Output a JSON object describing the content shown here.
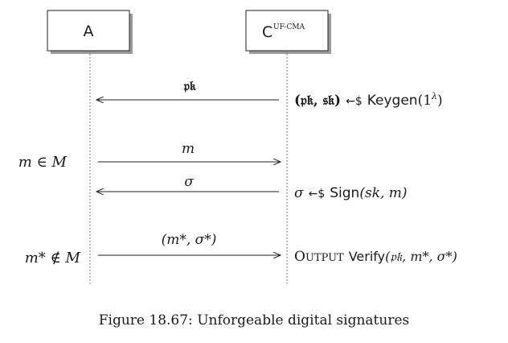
{
  "parties": {
    "adversary": "A",
    "challenger": "C",
    "challenger_superscript": "UF-CMA"
  },
  "messages": {
    "pk_label": "𝔭𝔨",
    "m_label": "m",
    "sigma_label": "σ",
    "forgery_label": "(m*, σ*)"
  },
  "left_notes": {
    "m_in_M": "m ∈ M",
    "m_star_notin_M": "m* ∉ M"
  },
  "right_notes": {
    "keygen": {
      "pair": "(𝔭𝔨, 𝔰𝔨)",
      "sample": "←$",
      "func": "Keygen",
      "arg": "(1",
      "sup": "λ",
      "close": ")"
    },
    "sign": {
      "sigma": "σ",
      "sample": "←$",
      "func": "Sign",
      "args": "(sk, m)"
    },
    "output": {
      "keyword_first": "O",
      "keyword_rest": "UTPUT",
      "func": "Verify",
      "args": "(𝔭𝔨, m*, σ*)"
    }
  },
  "caption": "Figure 18.67: Unforgeable digital signatures"
}
